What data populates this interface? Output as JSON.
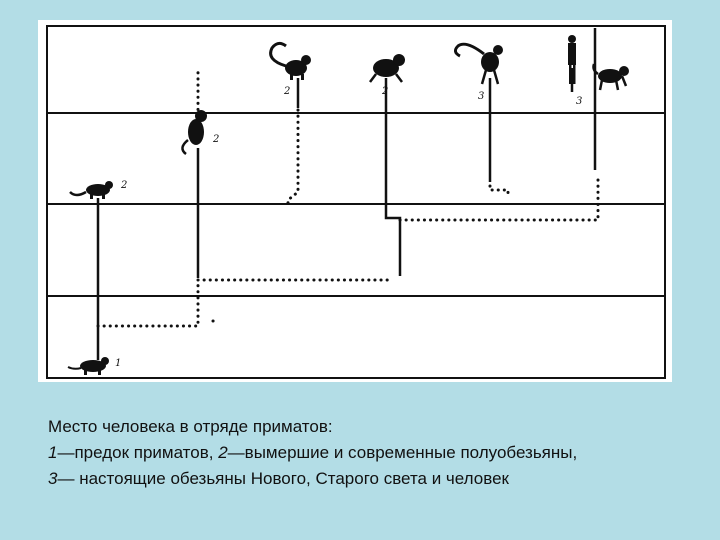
{
  "colors": {
    "slide_background": "#b3dde6",
    "figure_background": "#ffffff",
    "ink": "#111111"
  },
  "diagram": {
    "labels": {
      "ancestor": "1",
      "tree_shrew": "2",
      "tarsier": "2",
      "lemur": "2",
      "loris": "2",
      "new_world_monkey": "3",
      "human": "3"
    },
    "icons": [
      "rodent-ancestor-icon",
      "tree-shrew-icon",
      "tarsier-icon",
      "lemur-icon",
      "loris-icon",
      "spider-monkey-icon",
      "human-icon",
      "old-world-monkey-icon"
    ]
  },
  "caption": {
    "title": "Место человека в отряде приматов:",
    "line2_num1": "1",
    "line2_text1": "—предок приматов, ",
    "line2_num2": "2",
    "line2_text2": "—вымершие и современные полуобезьяны,",
    "line3_num": "3",
    "line3_text": "— настоящие обезьяны Нового, Старого света и человек"
  }
}
